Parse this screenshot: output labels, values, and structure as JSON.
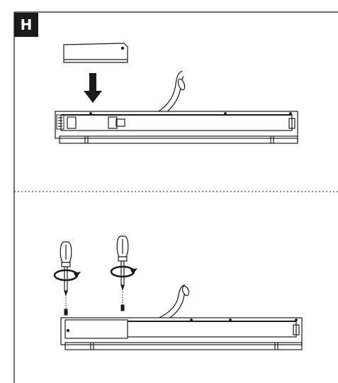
{
  "step": {
    "label": "H"
  },
  "colors": {
    "line": "#1a1a1a",
    "background": "#ffffff",
    "badge": "#1a1a1a"
  },
  "icons": [
    "cover-plate",
    "down-arrow",
    "screwdriver",
    "rotation-arrow",
    "screw",
    "led-fixture",
    "power-cable"
  ]
}
